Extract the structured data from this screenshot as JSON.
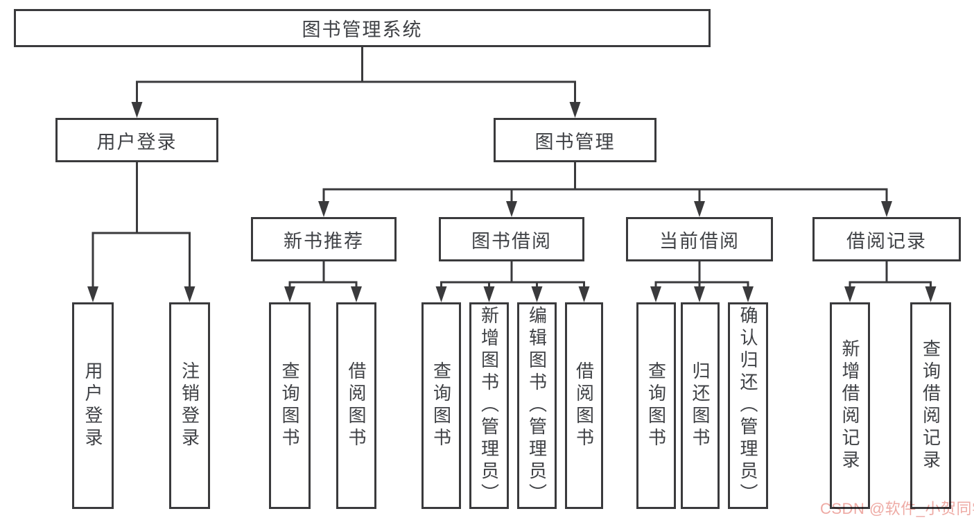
{
  "colors": {
    "line": "#3a3a3c",
    "text": "#3f4145",
    "watermark": "#eeaaa4"
  },
  "watermark": {
    "text": "CSDN @软件_小贺同学"
  },
  "diagram": {
    "root": {
      "label": "图书管理系统"
    },
    "level2": [
      {
        "label": "用户登录"
      },
      {
        "label": "图书管理"
      }
    ],
    "level3": [
      {
        "label": "新书推荐"
      },
      {
        "label": "图书借阅"
      },
      {
        "label": "当前借阅"
      },
      {
        "label": "借阅记录"
      }
    ],
    "leaves": {
      "user_login": [
        {
          "label": "用户登录"
        },
        {
          "label": "注销登录"
        }
      ],
      "new_book_recommend": [
        {
          "label": "查询图书"
        },
        {
          "label": "借阅图书"
        }
      ],
      "book_borrow": [
        {
          "label": "查询图书"
        },
        {
          "label": "新增图书（管理员）"
        },
        {
          "label": "编辑图书（管理员）"
        },
        {
          "label": "借阅图书"
        }
      ],
      "current_borrow": [
        {
          "label": "查询图书"
        },
        {
          "label": "归还图书"
        },
        {
          "label": "确认归还（管理员）"
        }
      ],
      "borrow_record": [
        {
          "label": "新增借阅记录"
        },
        {
          "label": "查询借阅记录"
        }
      ]
    }
  }
}
